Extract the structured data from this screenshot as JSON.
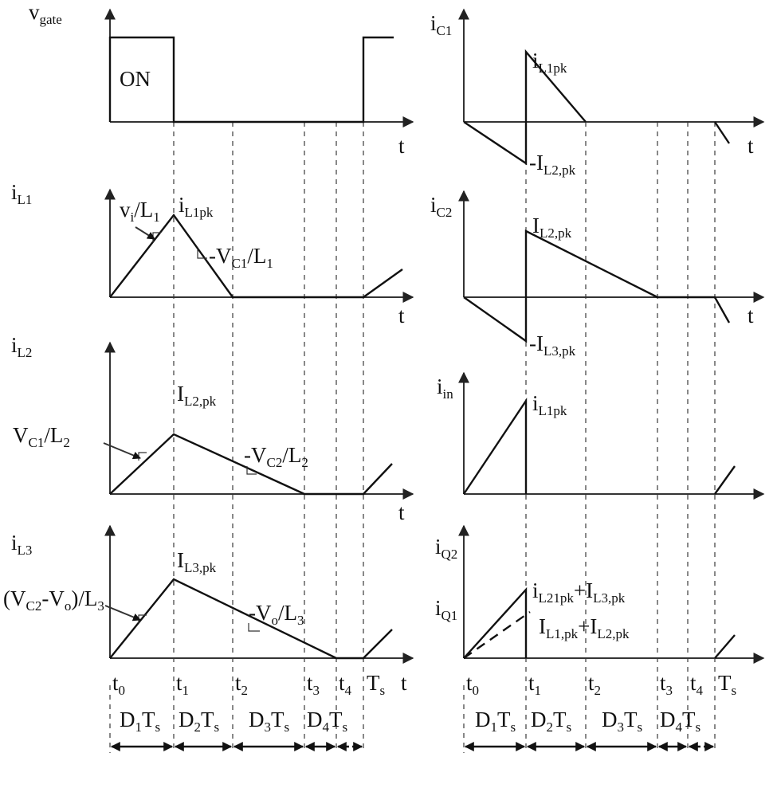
{
  "colors": {
    "line": "#111111",
    "background": "#ffffff"
  },
  "axis_label": "t",
  "left": {
    "vgate": {
      "m": "v",
      "s": "gate"
    },
    "on": "ON",
    "iL1": {
      "m": "i",
      "s": "L1"
    },
    "vi_L1": {
      "a": "v",
      "b": "i",
      "c": "/L",
      "d": "1"
    },
    "iL1pk": {
      "m": "i",
      "s": "L1pk"
    },
    "mVC1_L1": {
      "a": "-V",
      "b": "C1",
      "c": "/L",
      "d": "1"
    },
    "iL2": {
      "m": "i",
      "s": "L2"
    },
    "VC1_L2": {
      "a": "V",
      "b": "C1",
      "c": "/L",
      "d": "2"
    },
    "IL2pk": {
      "m": "I",
      "s": "L2,pk"
    },
    "mVC2_L2": {
      "a": "-V",
      "b": "C2",
      "c": "/L",
      "d": "2"
    },
    "iL3": {
      "m": "i",
      "s": "L3"
    },
    "VC2Vo_L3": {
      "a": "(V",
      "b": "C2",
      "c": "-V",
      "d": "o",
      "e": ")/L",
      "f": "3"
    },
    "IL3pk": {
      "m": "I",
      "s": "L3,pk"
    },
    "mVo_L3": {
      "a": "-V",
      "b": "o",
      "c": "/L",
      "d": "3"
    }
  },
  "right": {
    "iC1": {
      "m": "i",
      "s": "C1"
    },
    "iL1pk": {
      "m": "i",
      "s": "L1pk"
    },
    "mIL2pk": {
      "m": "-I",
      "s": "L2,pk"
    },
    "iC2": {
      "m": "i",
      "s": "C2"
    },
    "IL2pk": {
      "m": "I",
      "s": "L2,pk"
    },
    "mIL3pk": {
      "m": "-I",
      "s": "L3,pk"
    },
    "iin": {
      "m": "i",
      "s": "in"
    },
    "iL1pk2": {
      "m": "i",
      "s": "L1pk"
    },
    "iQ2": {
      "m": "i",
      "s": "Q2"
    },
    "iQ2val": {
      "a": "i",
      "b": "L21pk",
      "c": "+I",
      "d": "L3,pk"
    },
    "iQ1": {
      "m": "i",
      "s": "Q1"
    },
    "iQ1val": {
      "a": "I",
      "b": "L1,pk",
      "c": "+I",
      "d": "L2,pk"
    }
  },
  "time_marks": [
    {
      "m": "t",
      "s": "0"
    },
    {
      "m": "t",
      "s": "1"
    },
    {
      "m": "t",
      "s": "2"
    },
    {
      "m": "t",
      "s": "3"
    },
    {
      "m": "t",
      "s": "4"
    },
    {
      "m": "T",
      "s": "s"
    }
  ],
  "intervals": [
    {
      "a": "D",
      "b": "1",
      "c": "T",
      "d": "s"
    },
    {
      "a": "D",
      "b": "2",
      "c": "T",
      "d": "s"
    },
    {
      "a": "D",
      "b": "3",
      "c": "T",
      "d": "s"
    },
    {
      "a": "D",
      "b": "4",
      "c": "T",
      "d": "s"
    }
  ]
}
